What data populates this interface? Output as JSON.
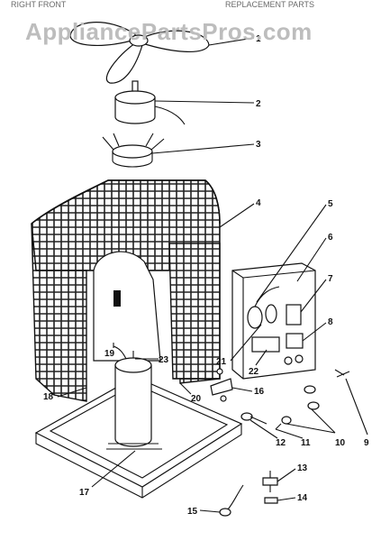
{
  "watermark": "AppliancePartsPros.com",
  "top_strip_left": "RIGHT FRONT",
  "top_strip_right": "REPLACEMENT PARTS",
  "callouts": [
    {
      "id": "1",
      "label": "1"
    },
    {
      "id": "2",
      "label": "2"
    },
    {
      "id": "3",
      "label": "3"
    },
    {
      "id": "4",
      "label": "4"
    },
    {
      "id": "5",
      "label": "5"
    },
    {
      "id": "6",
      "label": "6"
    },
    {
      "id": "7",
      "label": "7"
    },
    {
      "id": "8",
      "label": "8"
    },
    {
      "id": "9",
      "label": "9"
    },
    {
      "id": "10",
      "label": "10"
    },
    {
      "id": "11",
      "label": "11"
    },
    {
      "id": "12",
      "label": "12"
    },
    {
      "id": "13",
      "label": "13"
    },
    {
      "id": "14",
      "label": "14"
    },
    {
      "id": "15",
      "label": "15"
    },
    {
      "id": "16",
      "label": "16"
    },
    {
      "id": "17",
      "label": "17"
    },
    {
      "id": "18",
      "label": "18"
    },
    {
      "id": "19",
      "label": "19"
    },
    {
      "id": "20",
      "label": "20"
    },
    {
      "id": "21",
      "label": "21"
    },
    {
      "id": "22",
      "label": "22"
    },
    {
      "id": "23",
      "label": "23"
    }
  ]
}
